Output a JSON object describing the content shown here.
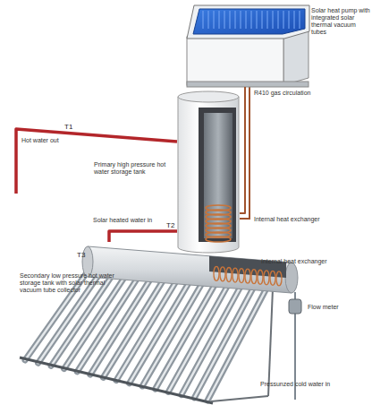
{
  "diagram": {
    "nodes": [
      {
        "text": [
          "Solar heat pump with integrated solar thermal vacuum tubes"
        ]
      },
      {
        "text": [
          "Primary high pressure hot water storage tank"
        ]
      },
      {
        "text": [
          "Secondary low pressure hot water storage tank with solar thermal vacuum tube collector"
        ]
      }
    ],
    "edges": [
      {
        "from": 0,
        "to": 1,
        "arrow": "none",
        "label": "R410 gas circulation"
      },
      {
        "from": 2,
        "to": 1,
        "arrow": "none",
        "label": "Solar heated water in"
      }
    ],
    "labels": [
      "T1",
      "Hot water out",
      "T2",
      "Internal heat exchanger",
      "T3",
      "Internal heat exchanger",
      "Flow meter",
      "Pressunzed cold water in"
    ]
  }
}
